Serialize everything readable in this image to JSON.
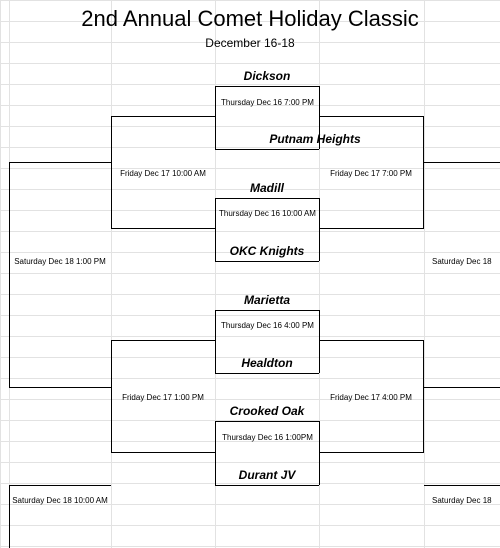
{
  "header": {
    "title": "2nd Annual Comet Holiday Classic",
    "dates": "December 16-18"
  },
  "teams": {
    "t1": "Dickson",
    "t2": "Putnam Heights",
    "t3": "Madill",
    "t4": "OKC Knights",
    "t5": "Marietta",
    "t6": "Healdton",
    "t7": "Crooked Oak",
    "t8": "Durant JV"
  },
  "games": {
    "g1": "Thursday Dec 16 7:00 PM",
    "g2": "Thursday Dec 16 10:00 AM",
    "g3": "Thursday Dec 16 4:00 PM",
    "g4": "Thursday Dec 16 1:00PM",
    "left_upper": "Friday Dec 17 10:00 AM",
    "right_upper": "Friday Dec 17 7:00 PM",
    "left_lower": "Friday Dec 17 1:00 PM",
    "right_lower": "Friday Dec 17 4:00 PM",
    "left_final": "Saturday Dec 18 1:00 PM",
    "right_final": "Saturday Dec 18",
    "left_bottom": "Saturday Dec 18 10:00 AM",
    "right_bottom": "Saturday Dec 18"
  }
}
